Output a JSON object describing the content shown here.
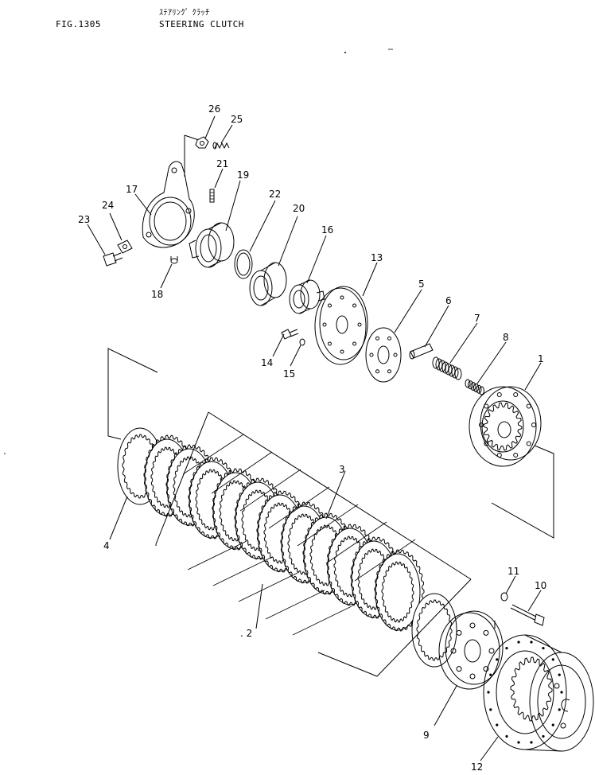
{
  "header": {
    "figure_number": "FIG.1305",
    "title_japanese": "ｽﾃｱﾘﾝｸﾞ ｸﾗｯﾁ",
    "title_english": "STEERING CLUTCH"
  },
  "part_callouts": [
    {
      "id": "callout-1",
      "text": "1"
    },
    {
      "id": "callout-2",
      "text": ". 2"
    },
    {
      "id": "callout-3",
      "text": "3"
    },
    {
      "id": "callout-4",
      "text": "4"
    },
    {
      "id": "callout-5",
      "text": "5"
    },
    {
      "id": "callout-6",
      "text": "6"
    },
    {
      "id": "callout-7",
      "text": "7"
    },
    {
      "id": "callout-8",
      "text": "8"
    },
    {
      "id": "callout-9",
      "text": "9"
    },
    {
      "id": "callout-10",
      "text": "10"
    },
    {
      "id": "callout-11",
      "text": "11"
    },
    {
      "id": "callout-12",
      "text": "12"
    },
    {
      "id": "callout-13",
      "text": "13"
    },
    {
      "id": "callout-14",
      "text": "14"
    },
    {
      "id": "callout-15",
      "text": "15"
    },
    {
      "id": "callout-16",
      "text": "16"
    },
    {
      "id": "callout-17",
      "text": "17"
    },
    {
      "id": "callout-18",
      "text": "18"
    },
    {
      "id": "callout-19",
      "text": "19"
    },
    {
      "id": "callout-20",
      "text": "20"
    },
    {
      "id": "callout-21",
      "text": "21"
    },
    {
      "id": "callout-22",
      "text": "22"
    },
    {
      "id": "callout-23",
      "text": "23"
    },
    {
      "id": "callout-24",
      "text": "24"
    },
    {
      "id": "callout-25",
      "text": "25"
    },
    {
      "id": "callout-26",
      "text": "26"
    }
  ]
}
